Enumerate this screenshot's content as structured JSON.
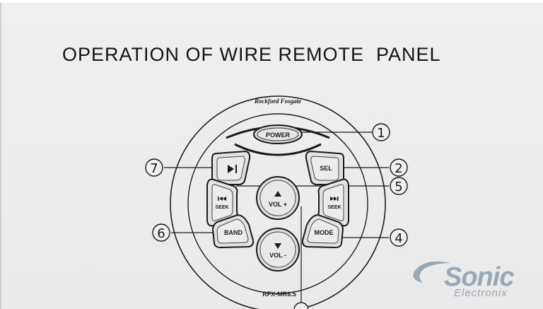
{
  "title": "OPERATION OF WIRE REMOTE  PANEL",
  "brand_logo": "Rockford Fosgate",
  "model": "RFX-MR6.5",
  "buttons": {
    "power": "POWER",
    "sel": "SEL",
    "seek": "SEEK",
    "vol_up": "VOL +",
    "vol_down": "VOL -",
    "band": "BAND",
    "mode": "MODE",
    "play_pause_icon": "play-pause-icon",
    "prev_icon": "skip-back-icon",
    "next_icon": "skip-forward-icon",
    "up_icon": "triangle-up-icon",
    "down_icon": "triangle-down-icon"
  },
  "callouts": [
    "1",
    "2",
    "4",
    "5",
    "6",
    "7"
  ],
  "watermark": {
    "name": "Sonic",
    "sub": "Electronix",
    "color": "#9aa7b4"
  }
}
